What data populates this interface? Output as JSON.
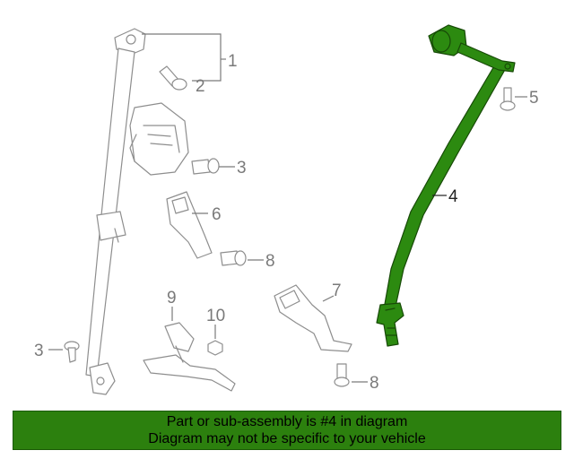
{
  "callouts": {
    "c1": "1",
    "c2": "2",
    "c3a": "3",
    "c3b": "3",
    "c4": "4",
    "c5": "5",
    "c6": "6",
    "c7": "7",
    "c8a": "8",
    "c8b": "8",
    "c9": "9",
    "c10": "10"
  },
  "banner": {
    "line1": "Part or sub-assembly is #4 in diagram",
    "line2": "Diagram may not be specific to your vehicle"
  },
  "colors": {
    "highlight": "#2c8a10",
    "banner": "#2c800e",
    "line": "#8e8e8e"
  }
}
